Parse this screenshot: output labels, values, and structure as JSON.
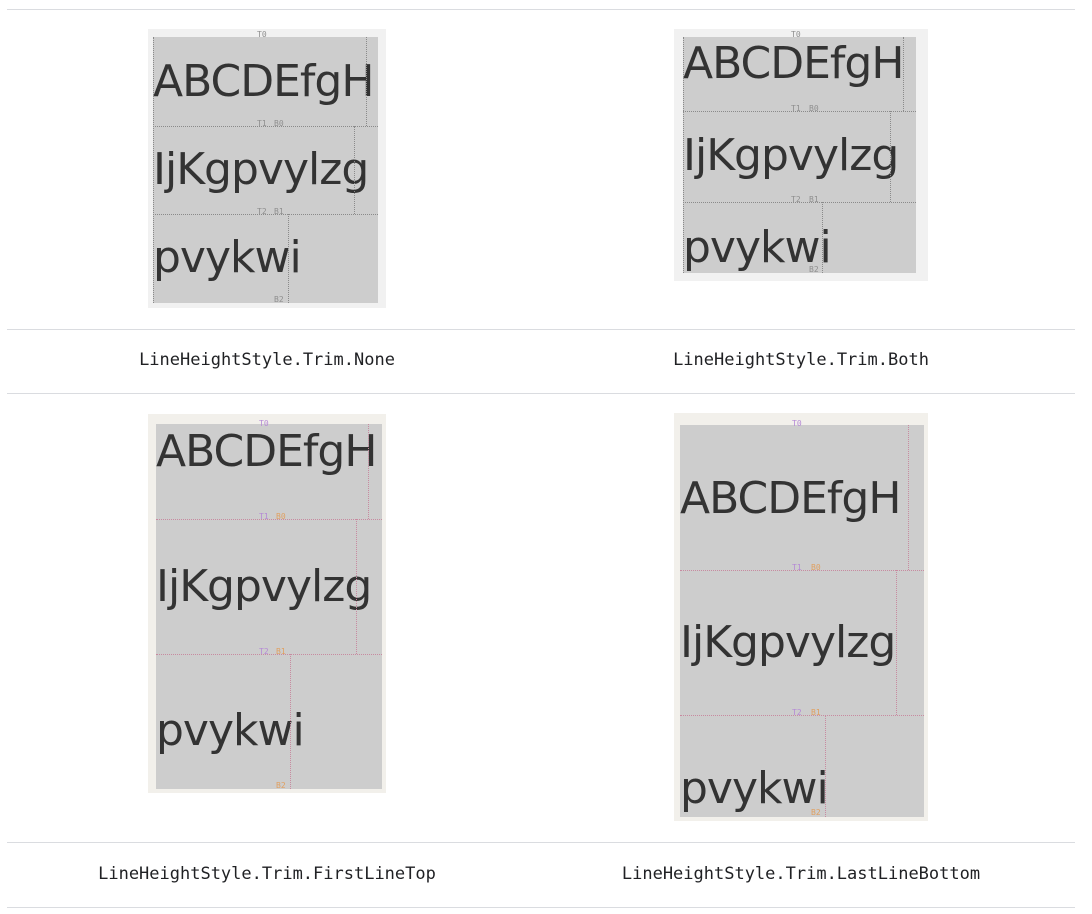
{
  "figures": [
    {
      "caption": "LineHeightStyle.Trim.None",
      "lines": [
        "ABCDEfgH",
        "IjKgpvylzg",
        "pvykwi"
      ],
      "markers": {
        "t0": "T0",
        "t1": "T1",
        "b0": "B0",
        "t2": "T2",
        "b1": "B1",
        "b2": "B2"
      }
    },
    {
      "caption": "LineHeightStyle.Trim.Both",
      "lines": [
        "ABCDEfgH",
        "IjKgpvylzg",
        "pvykwi"
      ],
      "markers": {
        "t0": "T0",
        "t1": "T1",
        "b0": "B0",
        "t2": "T2",
        "b1": "B1",
        "b2": "B2"
      }
    },
    {
      "caption": "LineHeightStyle.Trim.FirstLineTop",
      "lines": [
        "ABCDEfgH",
        "IjKgpvylzg",
        "pvykwi"
      ],
      "markers": {
        "t0": "T0",
        "t1": "T1",
        "b0": "B0",
        "t2": "T2",
        "b1": "B1",
        "b2": "B2"
      }
    },
    {
      "caption": "LineHeightStyle.Trim.LastLineBottom",
      "lines": [
        "ABCDEfgH",
        "IjKgpvylzg",
        "pvykwi"
      ],
      "markers": {
        "t0": "T0",
        "t1": "T1",
        "b0": "B0",
        "t2": "T2",
        "b1": "B1",
        "b2": "B2"
      }
    }
  ]
}
